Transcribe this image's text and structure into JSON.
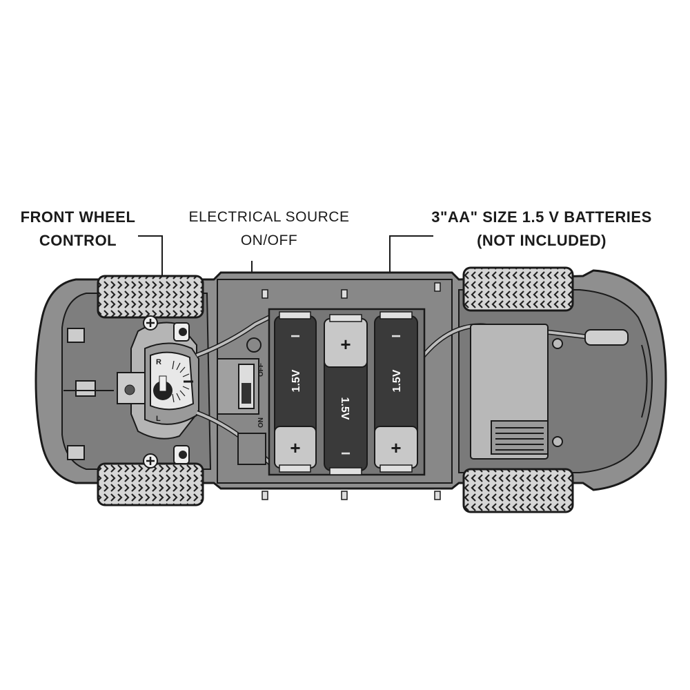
{
  "labels": {
    "front_wheel": {
      "line1": "FRONT WHEEL",
      "line2": "CONTROL"
    },
    "electrical": {
      "line1": "ELECTRICAL SOURCE",
      "line2": "ON/OFF"
    },
    "batteries": {
      "line1": "3\"AA\" SIZE 1.5 V  BATTERIES",
      "line2": "(NOT INCLUDED)"
    }
  },
  "switch": {
    "off": "OFF",
    "on": "ON"
  },
  "steering_dial": {
    "left": "L",
    "right": "R"
  },
  "battery_cells": [
    {
      "voltage": "1.5V",
      "top_sign": "−",
      "bottom_sign": "+"
    },
    {
      "voltage": "1.5V",
      "top_sign": "+",
      "bottom_sign": "−"
    },
    {
      "voltage": "1.5V",
      "top_sign": "−",
      "bottom_sign": "+"
    }
  ],
  "colors": {
    "body": "#8f8f8f",
    "dark": "#3a3a3a",
    "light": "#c8c8c8",
    "outline": "#1a1a1a"
  }
}
